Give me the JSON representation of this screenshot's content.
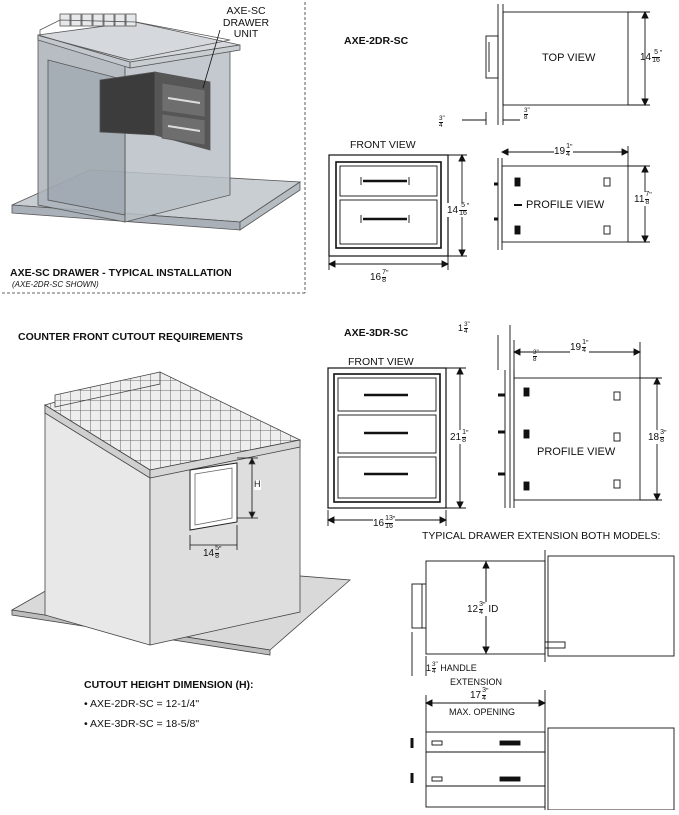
{
  "colors": {
    "line": "#1a1a1a",
    "glass": "#9aa2ab",
    "tile": "#e9e9e9",
    "counter": "#f2f2f2"
  },
  "install": {
    "callout": [
      "AXE-SC",
      "DRAWER",
      "UNIT"
    ],
    "title": "AXE-SC DRAWER - TYPICAL INSTALLATION",
    "subtitle": "(AXE-2DR-SC SHOWN)"
  },
  "dr2": {
    "model": "AXE-2DR-SC",
    "top_view": "TOP VIEW",
    "top_depth": {
      "whole": "14",
      "num": "5",
      "den": "16",
      "unit": "\""
    },
    "top_three_quarter": {
      "whole": "",
      "num": "3",
      "den": "4",
      "unit": "\""
    },
    "top_three_eighth": {
      "whole": "",
      "num": "3",
      "den": "8",
      "unit": "\""
    },
    "front_view": "FRONT VIEW",
    "front_height": {
      "whole": "14",
      "num": "5",
      "den": "16",
      "unit": "\""
    },
    "front_width": {
      "whole": "16",
      "num": "7",
      "den": "8",
      "unit": "\""
    },
    "profile_view": "PROFILE VIEW",
    "profile_depth": {
      "whole": "19",
      "num": "1",
      "den": "4",
      "unit": "\""
    },
    "profile_height": {
      "whole": "11",
      "num": "7",
      "den": "8",
      "unit": "\""
    }
  },
  "cutout": {
    "title": "COUNTER FRONT CUTOUT REQUIREMENTS",
    "h_label": "H",
    "width": {
      "whole": "14",
      "num": "5",
      "den": "8",
      "unit": "\""
    },
    "height_title": "CUTOUT HEIGHT DIMENSION (H):",
    "items": [
      "AXE-2DR-SC = 12-1/4\"",
      "AXE-3DR-SC = 18-5/8\""
    ]
  },
  "dr3": {
    "model": "AXE-3DR-SC",
    "front_view": "FRONT VIEW",
    "top_three_quarter": {
      "whole": "1",
      "num": "3",
      "den": "4",
      "unit": "\""
    },
    "top_three_eighth": {
      "whole": "",
      "num": "3",
      "den": "8",
      "unit": "\""
    },
    "profile_depth": {
      "whole": "19",
      "num": "1",
      "den": "4",
      "unit": "\""
    },
    "front_height": {
      "whole": "21",
      "num": "1",
      "den": "8",
      "unit": "\""
    },
    "front_width": {
      "whole": "16",
      "num": "13",
      "den": "16",
      "unit": "\""
    },
    "profile_view": "PROFILE VIEW",
    "profile_height": {
      "whole": "18",
      "num": "3",
      "den": "8",
      "unit": "\""
    }
  },
  "extension": {
    "title": "TYPICAL DRAWER EXTENSION BOTH MODELS:",
    "id_dim": {
      "whole": "12",
      "num": "3",
      "den": "4",
      "unit": "\""
    },
    "id_label": "ID",
    "handle_dim": {
      "whole": "1",
      "num": "3",
      "den": "4",
      "unit": "\""
    },
    "handle_label": [
      "HANDLE",
      "EXTENSION"
    ],
    "opening_dim": {
      "whole": "17",
      "num": "3",
      "den": "4",
      "unit": "\""
    },
    "opening_label": "MAX. OPENING"
  }
}
